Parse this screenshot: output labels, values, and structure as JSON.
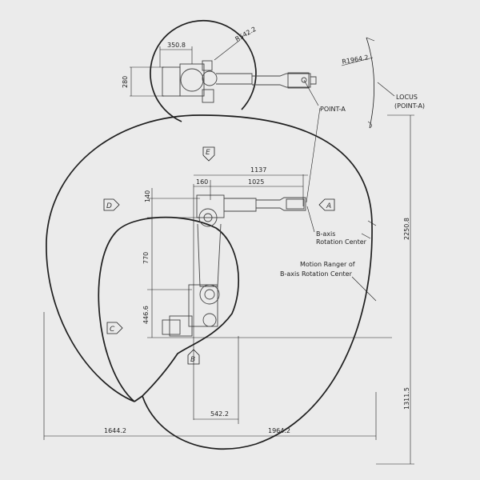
{
  "dims": {
    "d350_8": "350.8",
    "r542_2": "R542.2",
    "d280": "280",
    "r1964_2": "R1964.2",
    "d1137": "1137",
    "d1025": "1025",
    "d160": "160",
    "d140": "140",
    "d770": "770",
    "d446_6": "446.6",
    "d2250_8": "2250.8",
    "d1311_5": "1311.5",
    "d542_2": "542.2",
    "d1644_2": "1644.2",
    "d1964_2": "1964.2"
  },
  "labels": {
    "point_a": "POINT-A",
    "locus_1": "LOCUS",
    "locus_2": "(POINT-A)",
    "baxis_1": "B-axis",
    "baxis_2": "Rotation Center",
    "motion_1": "Motion Ranger of",
    "motion_2": "B-axis Rotation Center"
  },
  "views": {
    "A": "A",
    "B": "B",
    "C": "C",
    "D": "D",
    "E": "E"
  }
}
